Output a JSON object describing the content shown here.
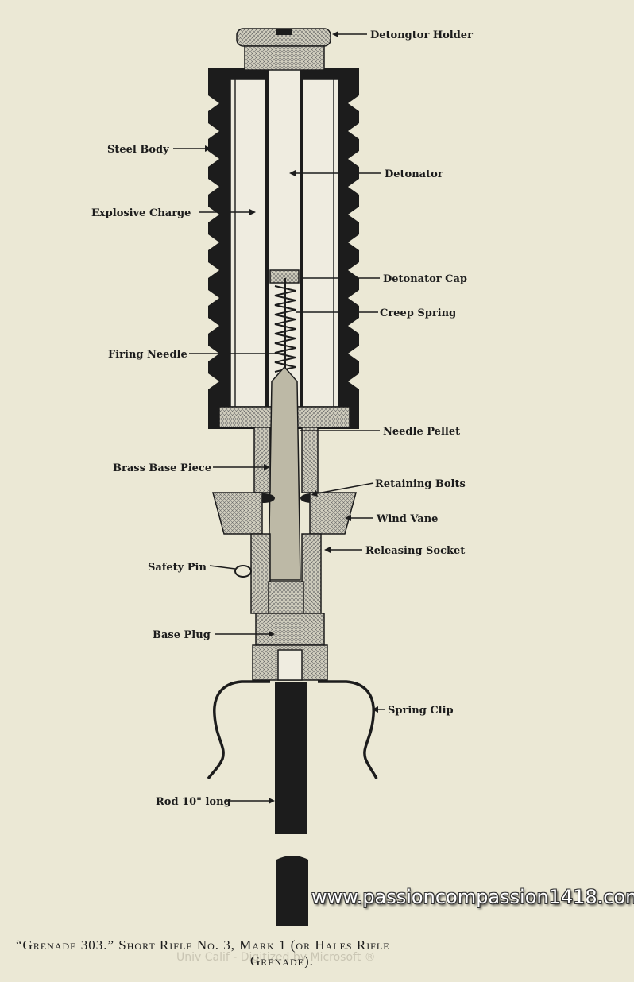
{
  "labels": {
    "detonator_holder": "Detongtor Holder",
    "steel_body": "Steel Body",
    "detonator": "Detonator",
    "explosive_charge": "Explosive Charge",
    "detonator_cap": "Detonator Cap",
    "creep_spring": "Creep Spring",
    "firing_needle": "Firing Needle",
    "needle_pellet": "Needle Pellet",
    "brass_base_piece": "Brass Base Piece",
    "retaining_bolts": "Retaining Bolts",
    "wind_vane": "Wind Vane",
    "releasing_socket": "Releasing Socket",
    "safety_pin": "Safety Pin",
    "base_plug": "Base Plug",
    "spring_clip": "Spring Clip",
    "rod": "Rod 10\" long"
  },
  "caption": {
    "line1": "“Grenade 303.”   Short Rifle No. 3, Mark 1 (or Hales Rifle",
    "line2": "Grenade)."
  },
  "watermark": "www.passioncompassion1418.com",
  "faint_text": "Univ Calif - Digitized by Microsoft ®"
}
